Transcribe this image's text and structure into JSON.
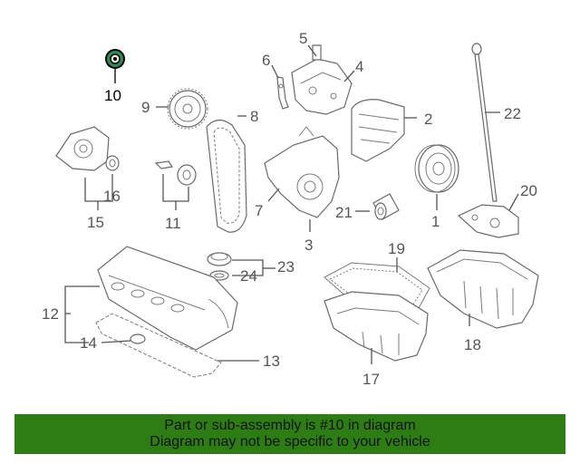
{
  "diagram": {
    "highlight_part": "10",
    "callouts": {
      "c1": "1",
      "c2": "2",
      "c3": "3",
      "c4": "4",
      "c5": "5",
      "c6": "6",
      "c7": "7",
      "c8": "8",
      "c9": "9",
      "c10": "10",
      "c11": "11",
      "c12": "12",
      "c13": "13",
      "c14": "14",
      "c15": "15",
      "c16": "16",
      "c17": "17",
      "c18": "18",
      "c19": "19",
      "c20": "20",
      "c21": "21",
      "c22": "22",
      "c23": "23",
      "c24": "24"
    },
    "colors": {
      "line": "#555555",
      "highlight": "#000000",
      "part_fill": "#ffffff",
      "highlight_part_fill": "#2e8b57"
    }
  },
  "footer": {
    "line1": "Part or sub-assembly is #10 in diagram",
    "line2": "Diagram may not be specific to your vehicle",
    "background": "#2e7d14"
  }
}
